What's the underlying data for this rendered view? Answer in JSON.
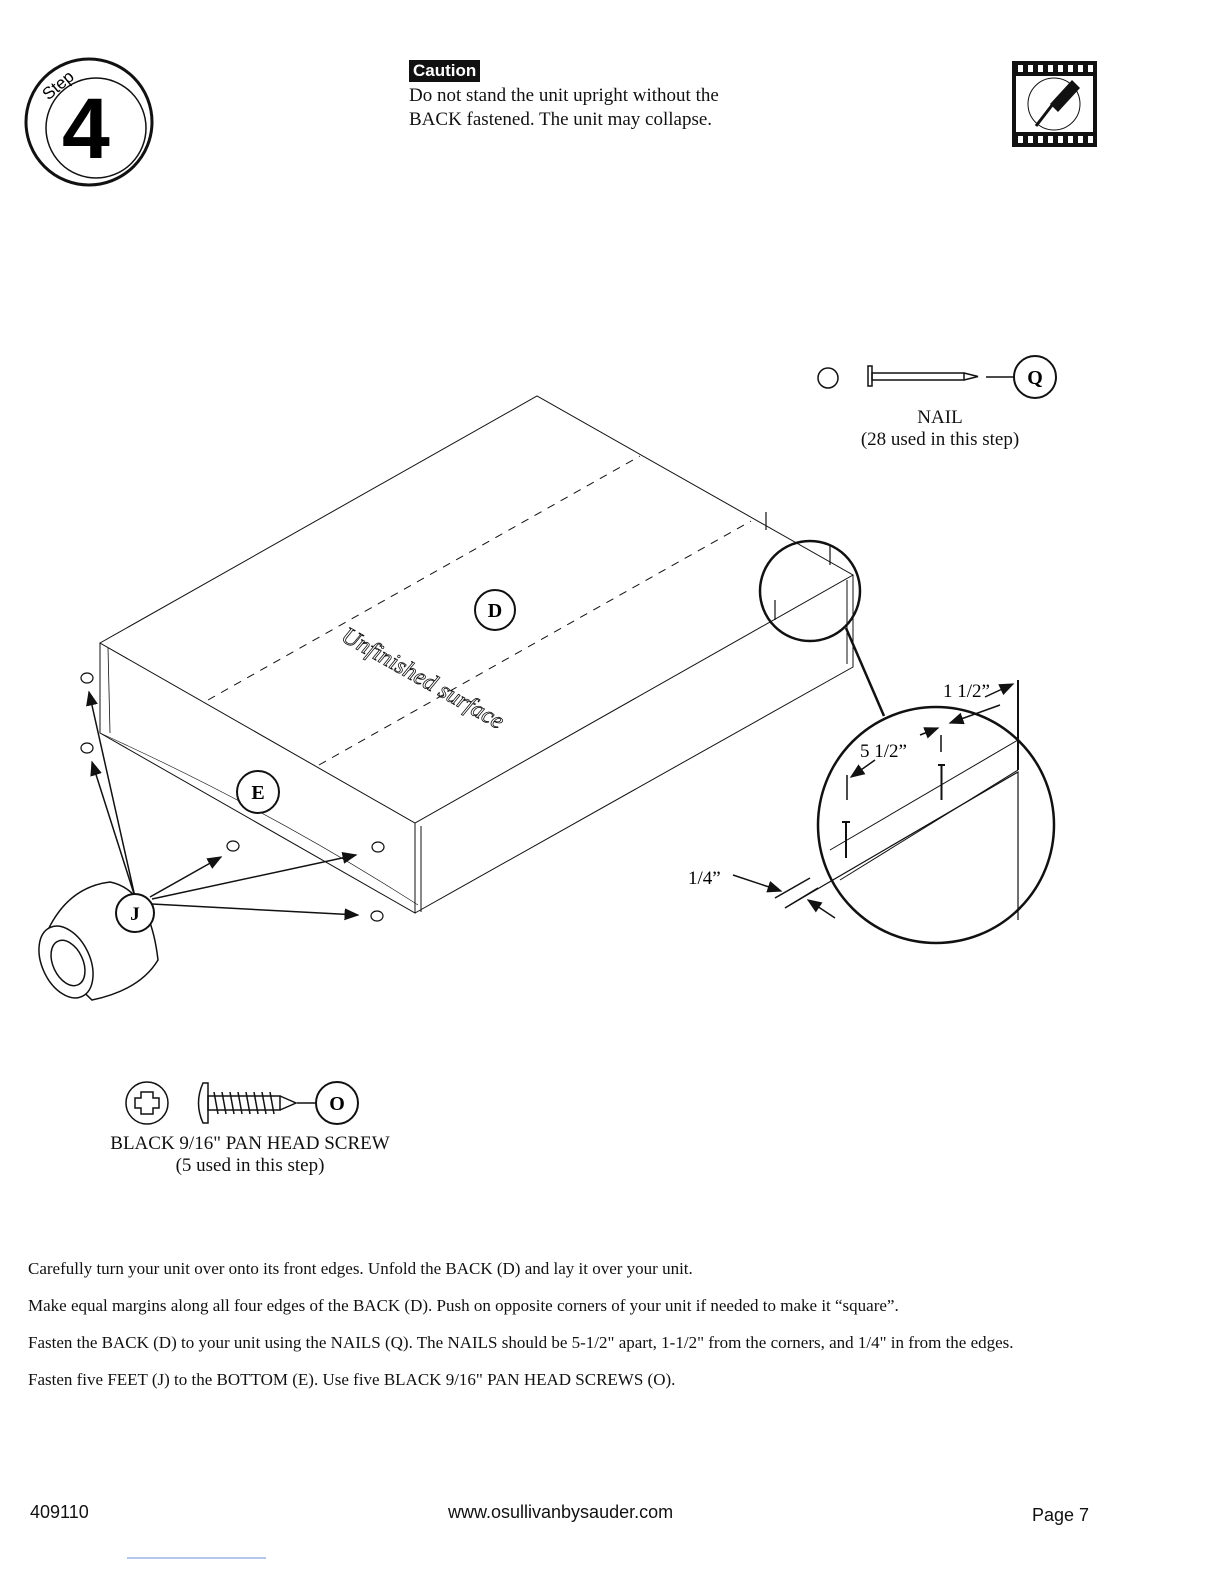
{
  "step": {
    "word": "Step",
    "number": "4"
  },
  "caution": {
    "label": "Caution",
    "text_line1": "Do not stand the unit upright without the",
    "text_line2": "BACK fastened. The unit may collapse."
  },
  "parts": {
    "back": "D",
    "bottom": "E",
    "feet": "J",
    "nail": {
      "id": "Q",
      "name": "NAIL",
      "usage": "(28 used in this step)"
    },
    "screw": {
      "id": "O",
      "name": "BLACK 9/16\" PAN HEAD SCREW",
      "usage": "(5 used in this step)"
    }
  },
  "surface_label": "Unfinished surface",
  "dimensions": {
    "edge_margin": "1/4”",
    "corner_spacing": "1 1/2”",
    "nail_spacing": "5 1/2”"
  },
  "instructions": [
    "Carefully turn your unit over onto its front edges. Unfold the BACK (D) and lay it over your unit.",
    "Make equal margins along all four edges of the BACK (D). Push on opposite corners of your unit if needed to make it “square”.",
    "Fasten the BACK (D) to your unit using the NAILS (Q). The NAILS should be 5-1/2\" apart, 1-1/2\" from the corners, and 1/4\" in from the edges.",
    "Fasten five FEET (J) to the BOTTOM (E). Use five BLACK 9/16\" PAN HEAD SCREWS (O)."
  ],
  "footer": {
    "code": "409110",
    "website": "www.osullivanbysauder.com",
    "page": "Page 7"
  }
}
